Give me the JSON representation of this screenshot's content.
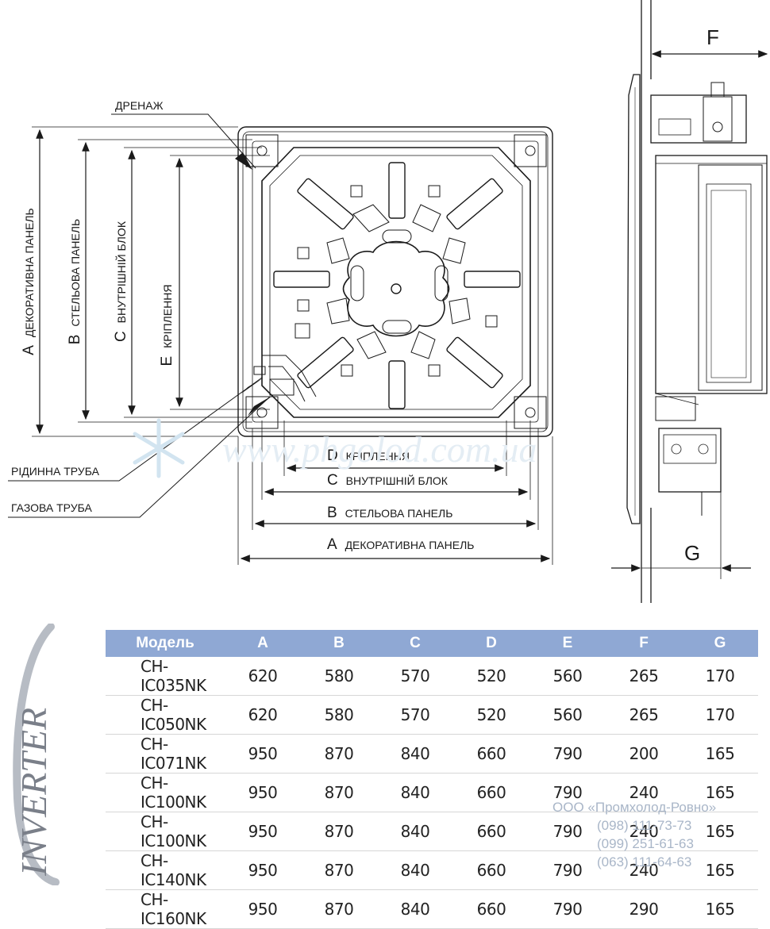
{
  "dim_labels_vertical": {
    "A": "A",
    "A_text": "ДЕКОРАТИВНА ПАНЕЛЬ",
    "B": "B",
    "B_text": "СТЕЛЬОВА ПАНЕЛЬ",
    "C": "C",
    "C_text": "ВНУТРІШНІЙ БЛОК",
    "E": "E",
    "E_text": "КРІПЛЕННЯ"
  },
  "dim_labels_horizontal": {
    "D": "D",
    "D_text": "КРІПЛЕННЯ",
    "C": "C",
    "C_text": "ВНУТРІШНІЙ БЛОК",
    "B": "B",
    "B_text": "СТЕЛЬОВА ПАНЕЛЬ",
    "A": "A",
    "A_text": "ДЕКОРАТИВНА ПАНЕЛЬ"
  },
  "callouts": {
    "drain": "ДРЕНАЖ",
    "liquid_pipe": "РІДИННА ТРУБА",
    "gas_pipe": "ГАЗОВА ТРУБА"
  },
  "side_labels": {
    "F": "F",
    "G": "G"
  },
  "watermark": "www.phgolod.com.ua",
  "logo_text": "INVERTER",
  "table": {
    "headers": [
      "Модель",
      "A",
      "B",
      "C",
      "D",
      "E",
      "F",
      "G"
    ],
    "rows": [
      [
        "CH-IC035NK",
        "620",
        "580",
        "570",
        "520",
        "560",
        "265",
        "170"
      ],
      [
        "CH-IC050NK",
        "620",
        "580",
        "570",
        "520",
        "560",
        "265",
        "170"
      ],
      [
        "CH-IC071NK",
        "950",
        "870",
        "840",
        "660",
        "790",
        "200",
        "165"
      ],
      [
        "CH-IC100NK",
        "950",
        "870",
        "840",
        "660",
        "790",
        "240",
        "165"
      ],
      [
        "CH-IC100NK",
        "950",
        "870",
        "840",
        "660",
        "790",
        "240",
        "165"
      ],
      [
        "CH-IC140NK",
        "950",
        "870",
        "840",
        "660",
        "790",
        "240",
        "165"
      ],
      [
        "CH-IC160NK",
        "950",
        "870",
        "840",
        "660",
        "790",
        "290",
        "165"
      ]
    ]
  },
  "contacts": {
    "company": "ООО «Промхолод-Ровно»",
    "phone1": "(098) 111-73-73",
    "phone2": "(099) 251-61-63",
    "phone3": "(063) 111-64-63"
  },
  "colors": {
    "header_bg": "#8fa8d4",
    "contact_text": "#a9b6c8",
    "line": "#1a1a1a"
  }
}
